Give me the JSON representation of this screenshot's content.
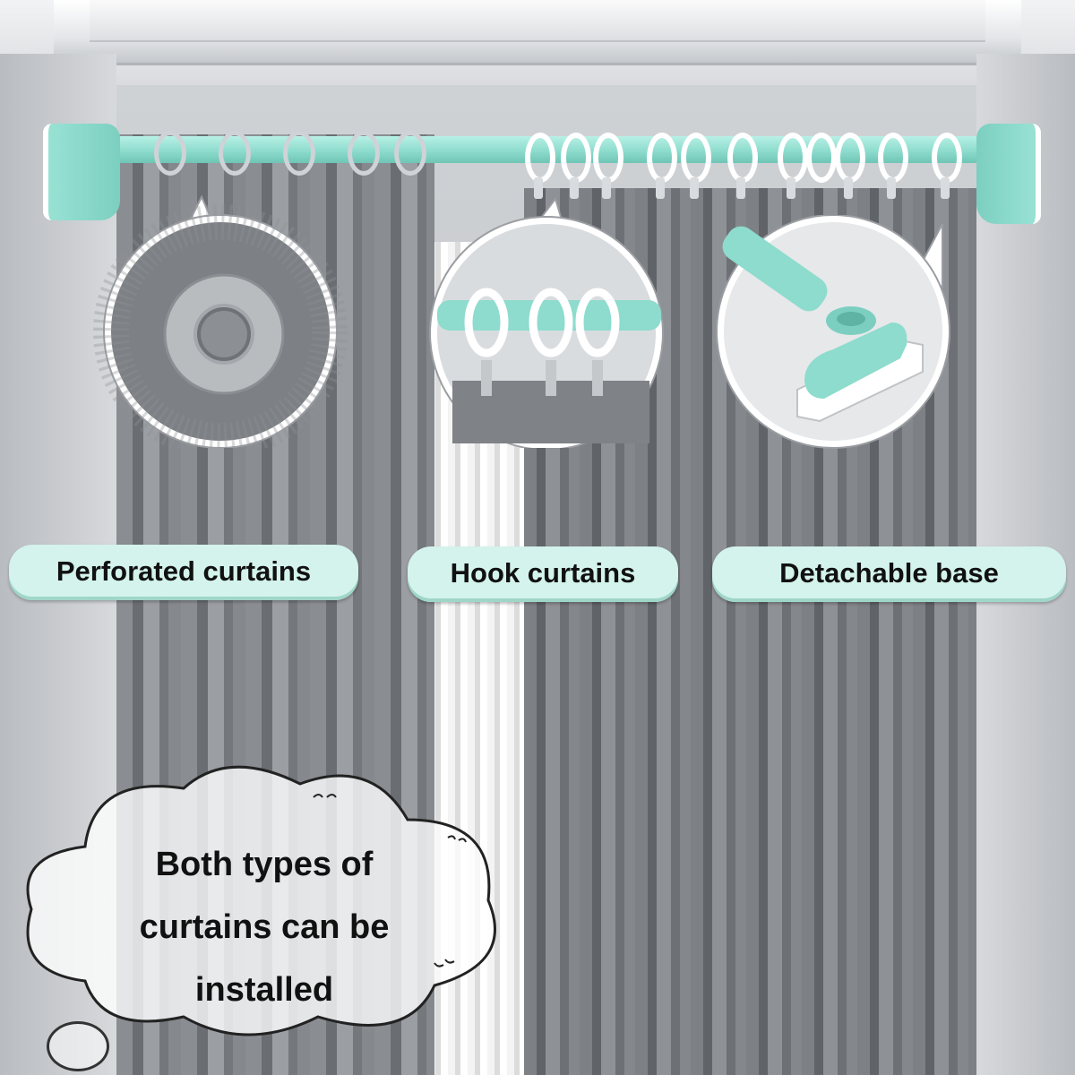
{
  "labels": {
    "perforated": "Perforated curtains",
    "hook": "Hook curtains",
    "detachable": "Detachable base"
  },
  "cloud_text": {
    "line1": "Both types of",
    "line2": "curtains can be",
    "line3": "installed"
  },
  "colors": {
    "rod": "#8ddccd",
    "label_bg": "#d3f3ec",
    "curtain_gray": "#7d8084"
  }
}
